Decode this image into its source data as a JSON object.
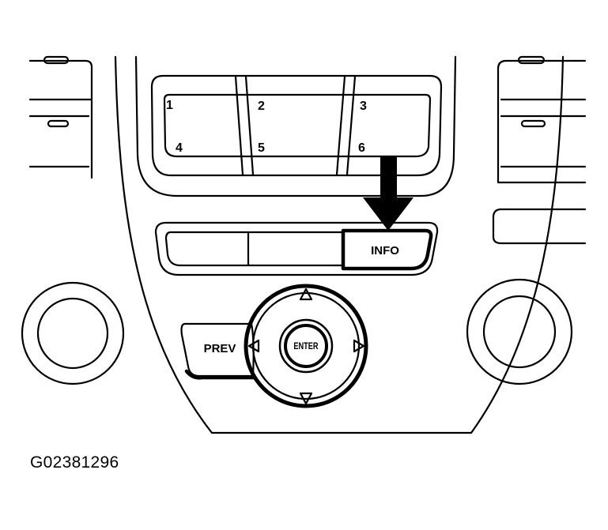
{
  "presets": [
    "1",
    "2",
    "3",
    "4",
    "5",
    "6"
  ],
  "info_label": "INFO",
  "prev_label": "PREV",
  "enter_label": "ENTER",
  "figure_code": "G02381296",
  "colors": {
    "line": "#000000",
    "fill": "#ffffff"
  },
  "icons": {
    "callout": "down-arrow-icon",
    "dpad_up": "triangle-up-icon",
    "dpad_down": "triangle-down-icon",
    "dpad_left": "triangle-left-icon",
    "dpad_right": "triangle-right-icon"
  }
}
